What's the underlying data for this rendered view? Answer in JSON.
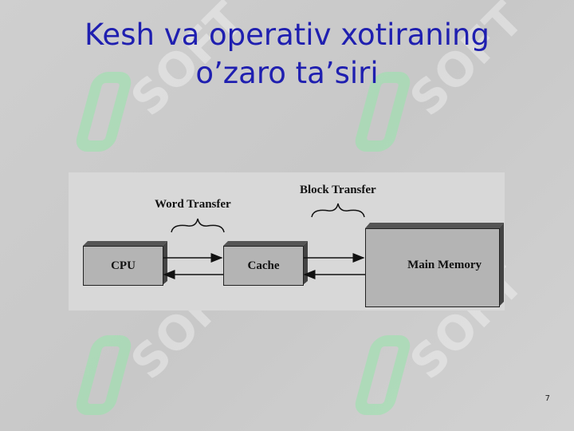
{
  "slide": {
    "title_line1": "Kesh va operativ xotiraning",
    "title_line2": "o’zaro ta’siri",
    "page_number": "7"
  },
  "diagram": {
    "word_transfer": "Word Transfer",
    "block_transfer": "Block Transfer",
    "cpu": "CPU",
    "cache": "Cache",
    "main_memory": "Main Memory"
  }
}
